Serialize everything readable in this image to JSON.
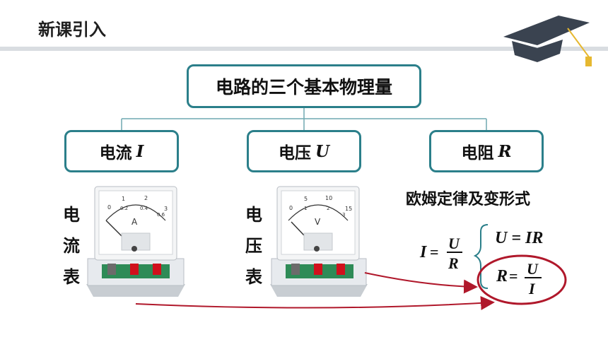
{
  "header": {
    "title": "新课引入"
  },
  "diagram": {
    "root": "电路的三个基本物理量",
    "children": [
      {
        "label": "电流",
        "symbol": "I"
      },
      {
        "label": "电压",
        "symbol": "U"
      },
      {
        "label": "电阻",
        "symbol": "R"
      }
    ]
  },
  "ammeter": {
    "side_label": [
      "电",
      "流",
      "表"
    ],
    "unit": "A",
    "scale": [
      "0",
      "1",
      "2",
      "3"
    ],
    "subscale": [
      "0.2",
      "0.4",
      "0.6"
    ]
  },
  "voltmeter": {
    "side_label": [
      "电",
      "压",
      "表"
    ],
    "unit": "V",
    "scale": [
      "0",
      "5",
      "10",
      "15"
    ],
    "subscale": [
      "1",
      "2",
      "3"
    ]
  },
  "ohm_law": {
    "title": "欧姆定律及变形式",
    "main": {
      "lhs": "I",
      "num": "U",
      "den": "R"
    },
    "form1": "U = IR",
    "form2": {
      "lhs": "R",
      "num": "U",
      "den": "I"
    }
  },
  "colors": {
    "box_border": "#2b7f8a",
    "arrow": "#b0182b",
    "topbar": "#d9dde1"
  }
}
